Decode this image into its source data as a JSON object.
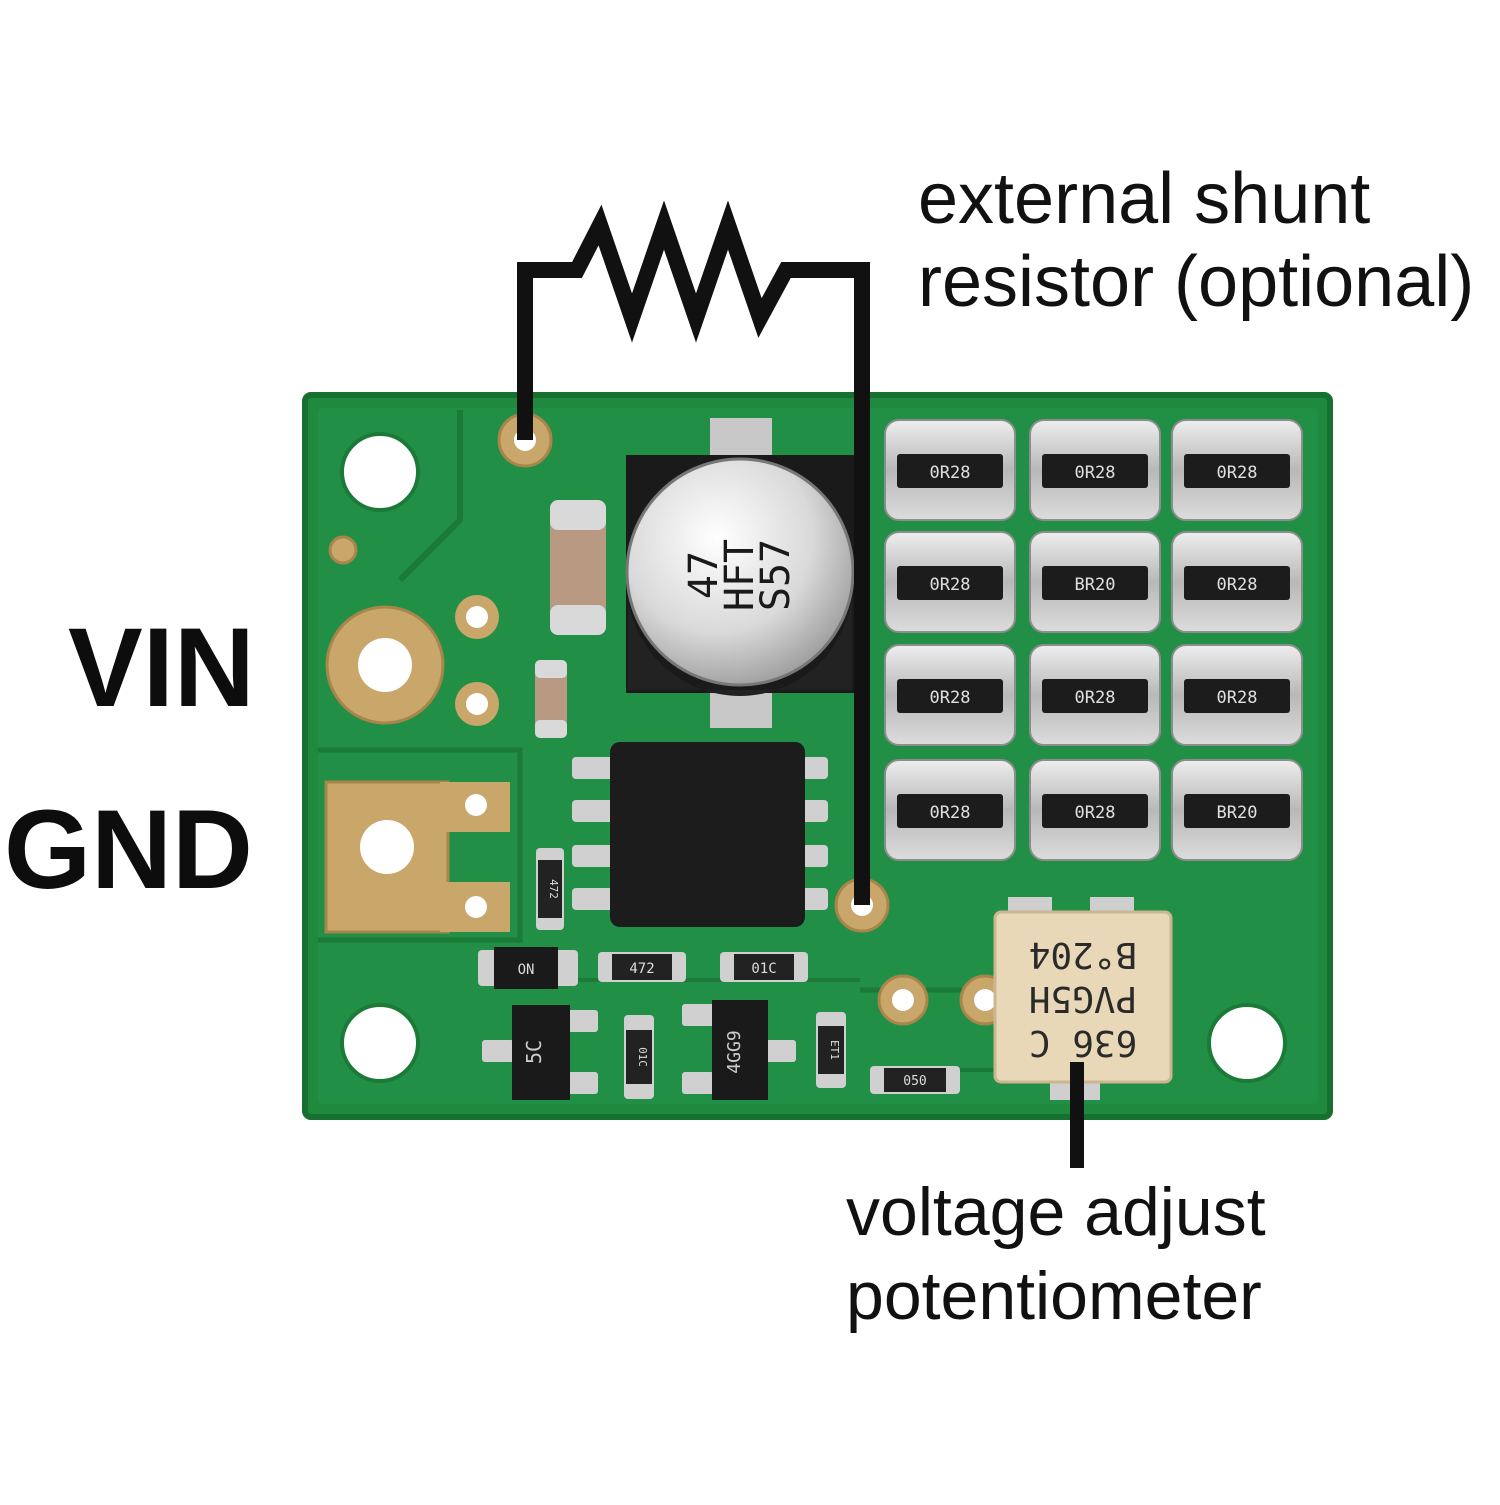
{
  "labels": {
    "shunt_line1": "external shunt",
    "shunt_line2": "resistor (optional)",
    "pot_line1": "voltage adjust",
    "pot_line2": "potentiometer",
    "vin": "VIN",
    "gnd": "GND"
  },
  "components": {
    "capacitor_markings": [
      "47",
      "HFT",
      "S57"
    ],
    "pot_markings": [
      "636 C",
      "PVG5H",
      "B°204"
    ],
    "resistor_codes": [
      [
        "0R28",
        "0R28",
        "0R28"
      ],
      [
        "0R28",
        "BR20",
        "0R28"
      ],
      [
        "0R28",
        "0R28",
        "0R28"
      ],
      [
        "0R28",
        "0R28",
        "BR20"
      ]
    ],
    "small_part_codes": [
      "472",
      "472",
      "01C",
      "5C",
      "01C",
      "4GG9",
      "ET1",
      "050",
      "ON"
    ]
  },
  "colors": {
    "background": "#ffffff",
    "pcb_green": "#1f8a3e",
    "pcb_edge": "#16702f",
    "pad_gold": "#c9a66a",
    "wire": "#111111",
    "pot_body": "#e8d8b8"
  }
}
